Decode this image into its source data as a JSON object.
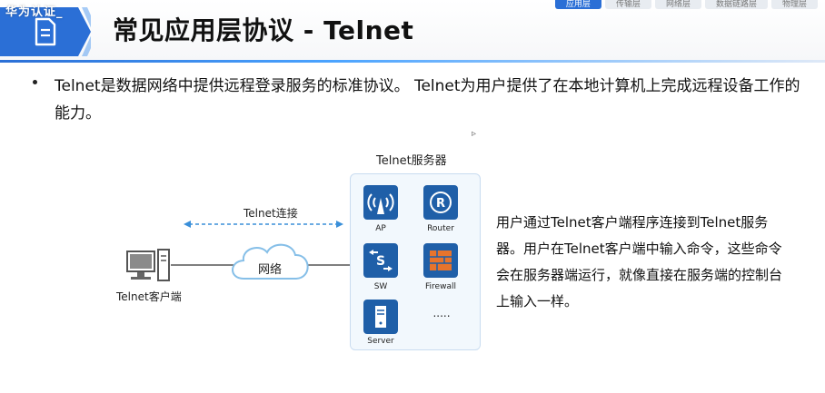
{
  "header": {
    "watermark": "华为认证_",
    "title": "常见应用层协议 - Telnet",
    "tabs": [
      {
        "label": "应用层",
        "active": true
      },
      {
        "label": "传输层",
        "active": false
      },
      {
        "label": "网络层",
        "active": false
      },
      {
        "label": "数据链路层",
        "active": false
      },
      {
        "label": "物理层",
        "active": false
      }
    ],
    "accent_color": "#2b6fd6"
  },
  "bullet": {
    "text": "Telnet是数据网络中提供远程登录服务的标准协议。  Telnet为用户提供了在本地计算机上完成远程设备工作的能力。"
  },
  "diagram": {
    "server_title": "Telnet服务器",
    "connection_label": "Telnet连接",
    "network_label": "网络",
    "client_label": "Telnet客户端",
    "devices": {
      "ap": "AP",
      "router": "Router",
      "sw": "SW",
      "firewall": "Firewall",
      "server": "Server",
      "more": "....."
    },
    "device_color": "#1f5fa8"
  },
  "description": "用户通过Telnet客户端程序连接到Telnet服务器。用户在Telnet客户端中输入命令，这些命令会在服务器端运行，就像直接在服务端的控制台上输入一样。"
}
